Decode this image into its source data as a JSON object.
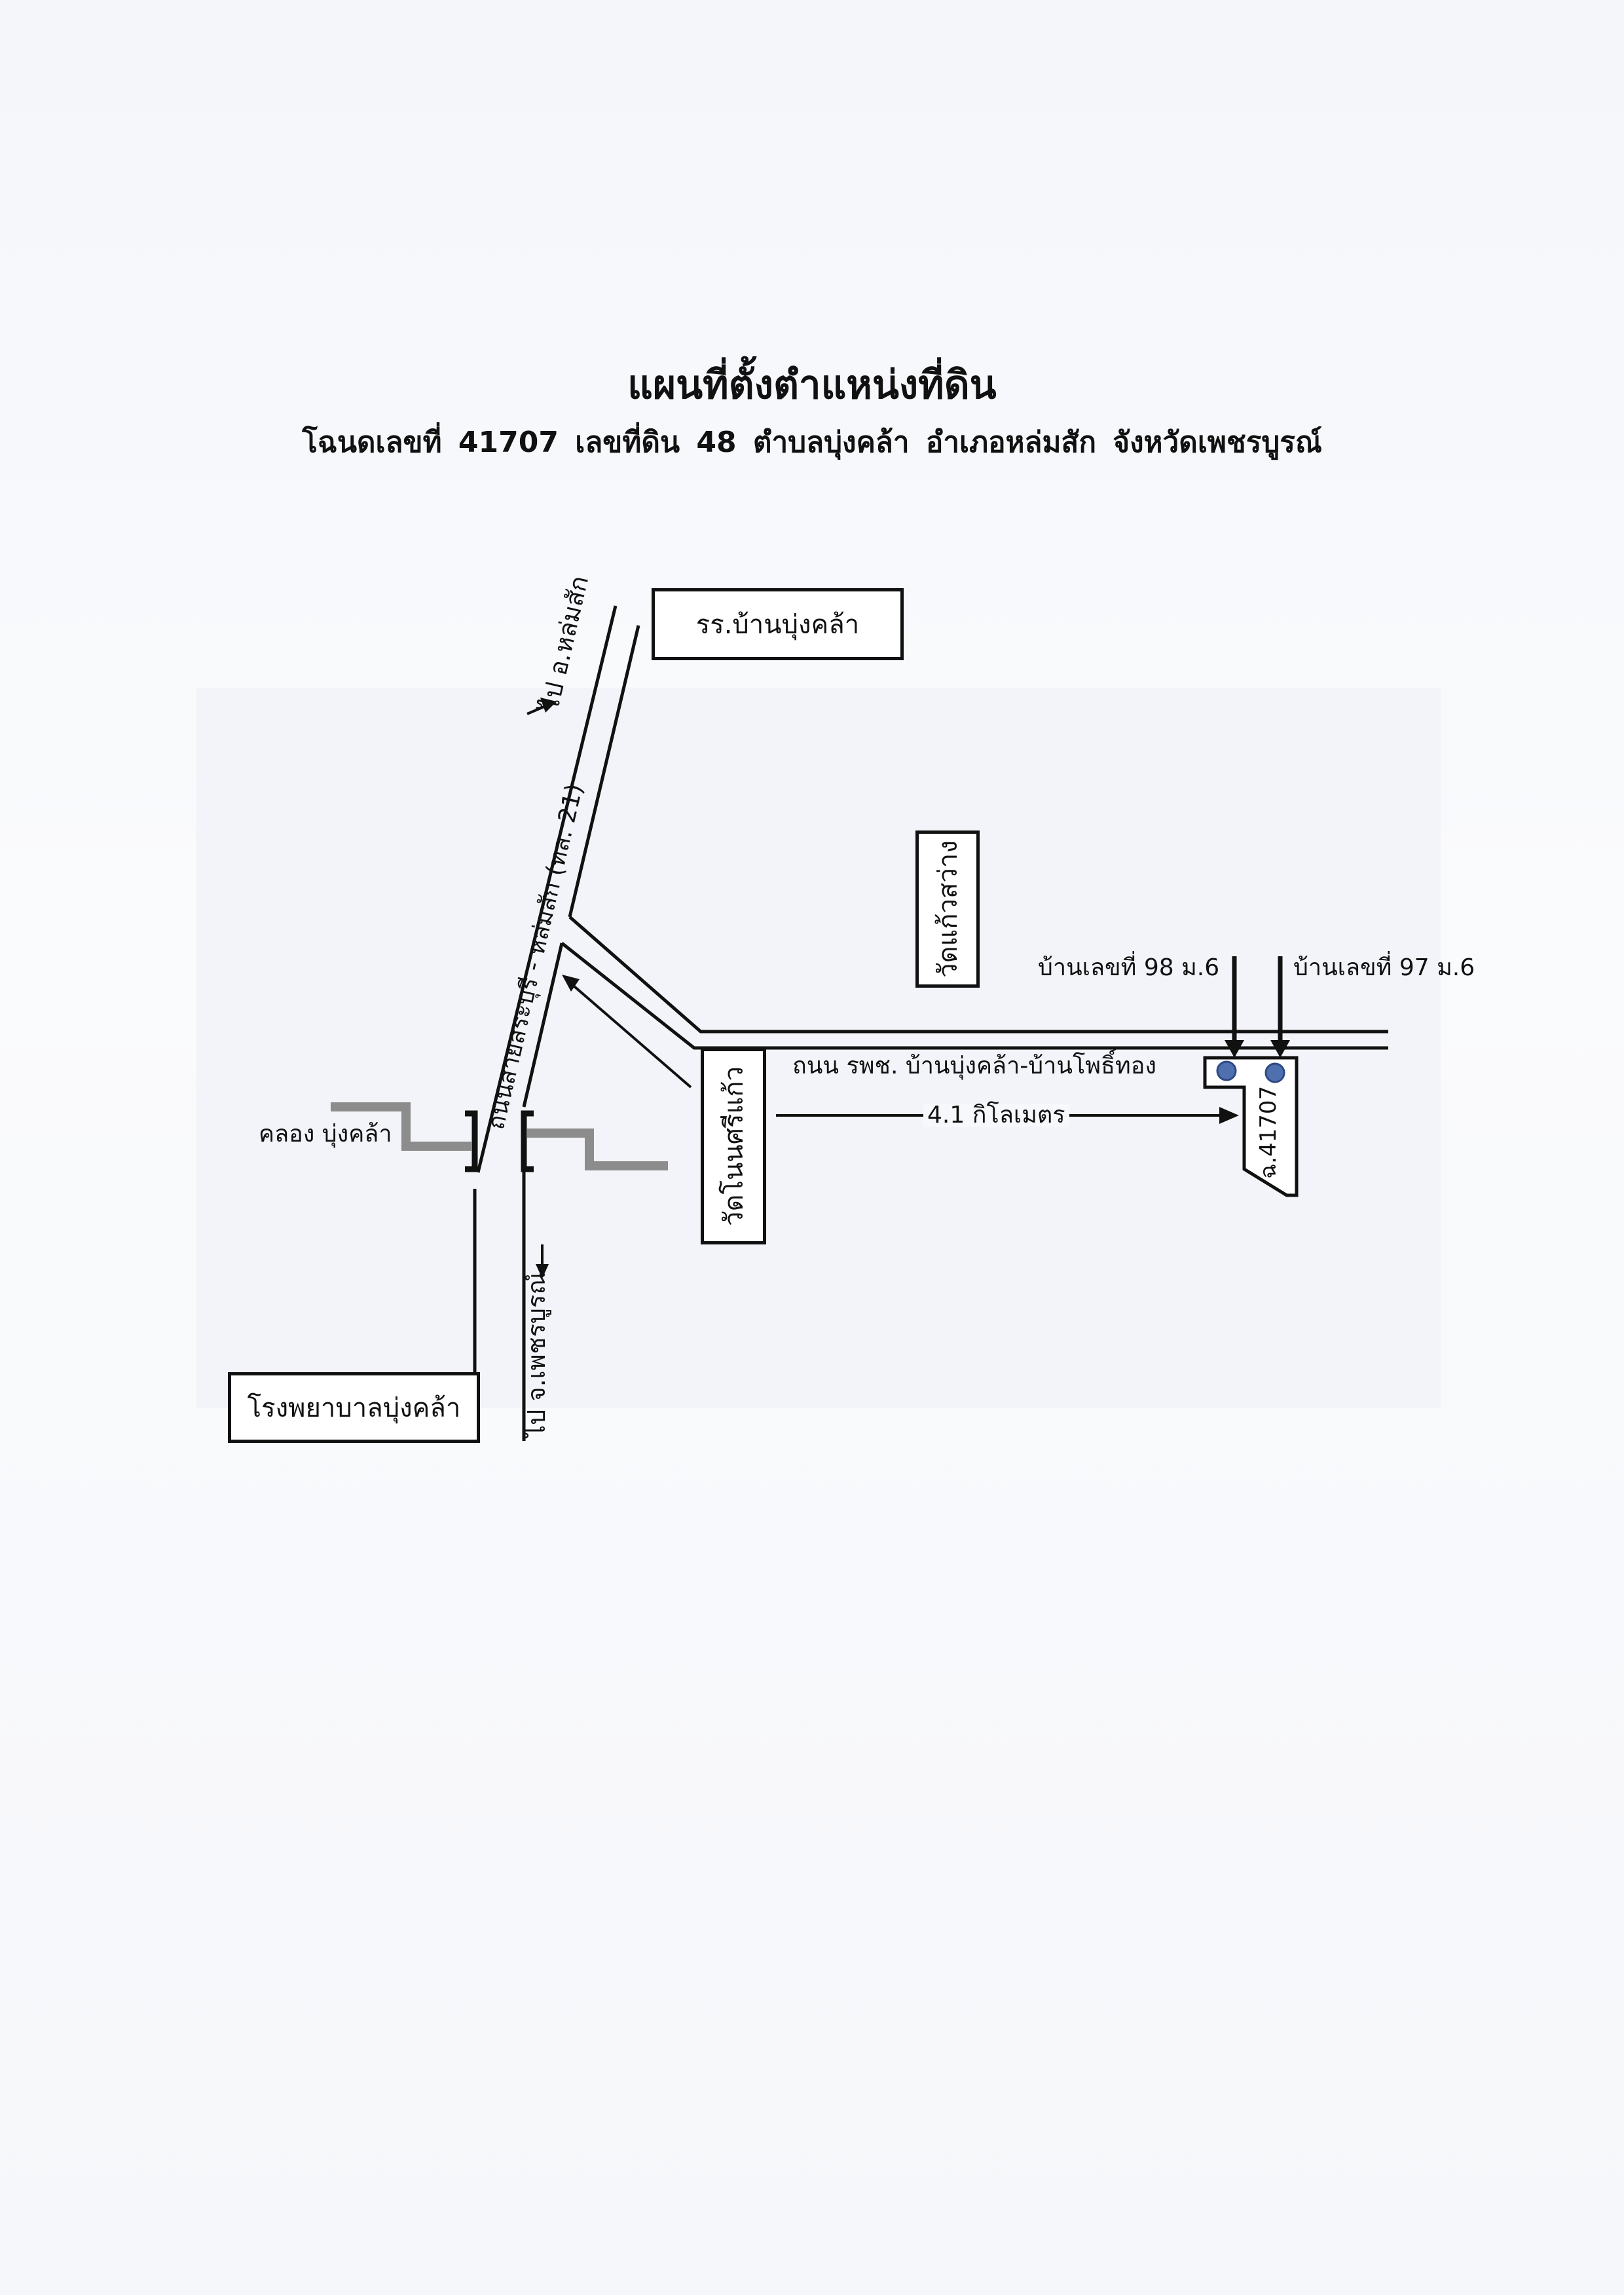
{
  "header": {
    "title": "แผนที่ตั้งตำแหน่งที่ดิน",
    "subtitle": "โฉนดเลขที่  41707  เลขที่ดิน  48  ตำบลบุ่งคล้า  อำเภอหล่มสัก   จังหวัดเพชรบูรณ์"
  },
  "landmarks": {
    "school": "รร.บ้านบุ่งคล้า",
    "temple_sawang": "วัดแก้วสว่าง",
    "temple_sri_kaew": "วัดโนนศรีแก้ว",
    "hospital": "โรงพยาบาลบุ่งคล้า"
  },
  "roads": {
    "to_lom_sak": "ไป อ.หล่มสัก",
    "highway": "ถนนสายสระบุรี - หล่มสัก (ทล. 21)",
    "to_phetchabun": "ไป จ.เพชรบูรณ์",
    "local_road": "ถนน รพช. บ้านบุ่งคล้า-บ้านโพธิ์ทอง",
    "canal": "คลอง บุ่งคล้า"
  },
  "markers": {
    "house_98": "บ้านเลขที่  98 ม.6",
    "house_97": "บ้านเลขที่  97 ม.6",
    "parcel": "ฉ.41707",
    "distance": "4.1 กิโลเมตร"
  },
  "colors": {
    "ink": "#111111",
    "canal": "#8c8c8c",
    "marker_dot": "#4f6fae",
    "paper": "#f7f8fb"
  }
}
